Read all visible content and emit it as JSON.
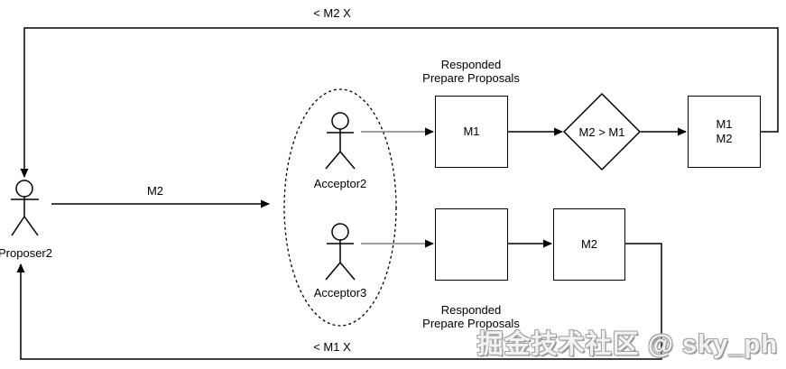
{
  "diagram": {
    "colors": {
      "background": "#ffffff",
      "line": "#000000",
      "actor_arrow": "#808080",
      "box_fill": "#ffffff",
      "watermark_fill": "#f2f2f2",
      "watermark_edge": "#9e9e9e"
    },
    "actors": [
      {
        "id": "proposer2",
        "name": "Proposer2"
      },
      {
        "id": "acceptor2",
        "name": "Acceptor2"
      },
      {
        "id": "acceptor3",
        "name": "Acceptor3"
      }
    ],
    "nodes": [
      {
        "id": "box-m1",
        "type": "process",
        "label": "M1"
      },
      {
        "id": "decision-m2-gt-m1",
        "type": "decision",
        "label": "M2 > M1"
      },
      {
        "id": "box-m1-m2",
        "type": "process",
        "label": "M1\nM2"
      },
      {
        "id": "box-responded-empty",
        "type": "process",
        "label": ""
      },
      {
        "id": "box-m2",
        "type": "process",
        "label": "M2"
      }
    ],
    "edges": [
      {
        "from": "proposer2",
        "to": "acceptors-group",
        "label": "M2"
      },
      {
        "from": "acceptor2",
        "to": "box-m1",
        "label": ""
      },
      {
        "from": "box-m1",
        "to": "decision-m2-gt-m1",
        "label": ""
      },
      {
        "from": "decision-m2-gt-m1",
        "to": "box-m1-m2",
        "label": ""
      },
      {
        "from": "box-m1-m2",
        "to": "proposer2",
        "label": "< M2 X"
      },
      {
        "from": "acceptor3",
        "to": "box-responded-empty",
        "label": ""
      },
      {
        "from": "box-responded-empty",
        "to": "box-m2",
        "label": ""
      },
      {
        "from": "box-m2",
        "to": "proposer2",
        "label": "< M1 X"
      }
    ],
    "annotations": {
      "responded_top": "Responded\nPrepare Proposals",
      "responded_bottom": "Responded\nPrepare Proposals"
    },
    "watermark": "掘金技术社区 @ sky_ph"
  }
}
